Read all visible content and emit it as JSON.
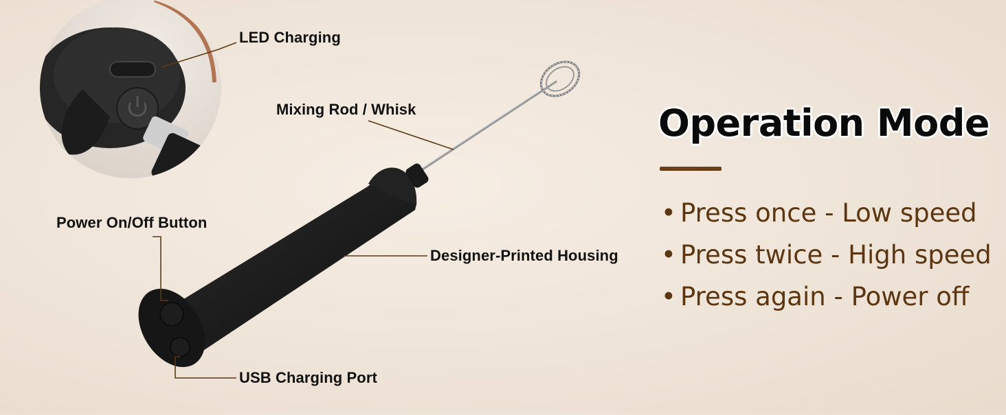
{
  "callouts": {
    "led_charging": "LED Charging",
    "mixing_rod": "Mixing Rod / Whisk",
    "power_button": "Power On/Off Button",
    "housing": "Designer-Printed Housing",
    "usb_port": "USB Charging Port"
  },
  "operation": {
    "title": "Operation Mode",
    "modes": [
      {
        "bullet": "•",
        "text": "Press once - Low speed"
      },
      {
        "bullet": "•",
        "text": "Press twice - High speed"
      },
      {
        "bullet": "•",
        "text": "Press again - Power off"
      }
    ]
  },
  "colors": {
    "accent": "#6b3f15",
    "mode_text": "#5b3610",
    "callout_line": "#5a3a14",
    "device_body": "#1e1e1e"
  }
}
